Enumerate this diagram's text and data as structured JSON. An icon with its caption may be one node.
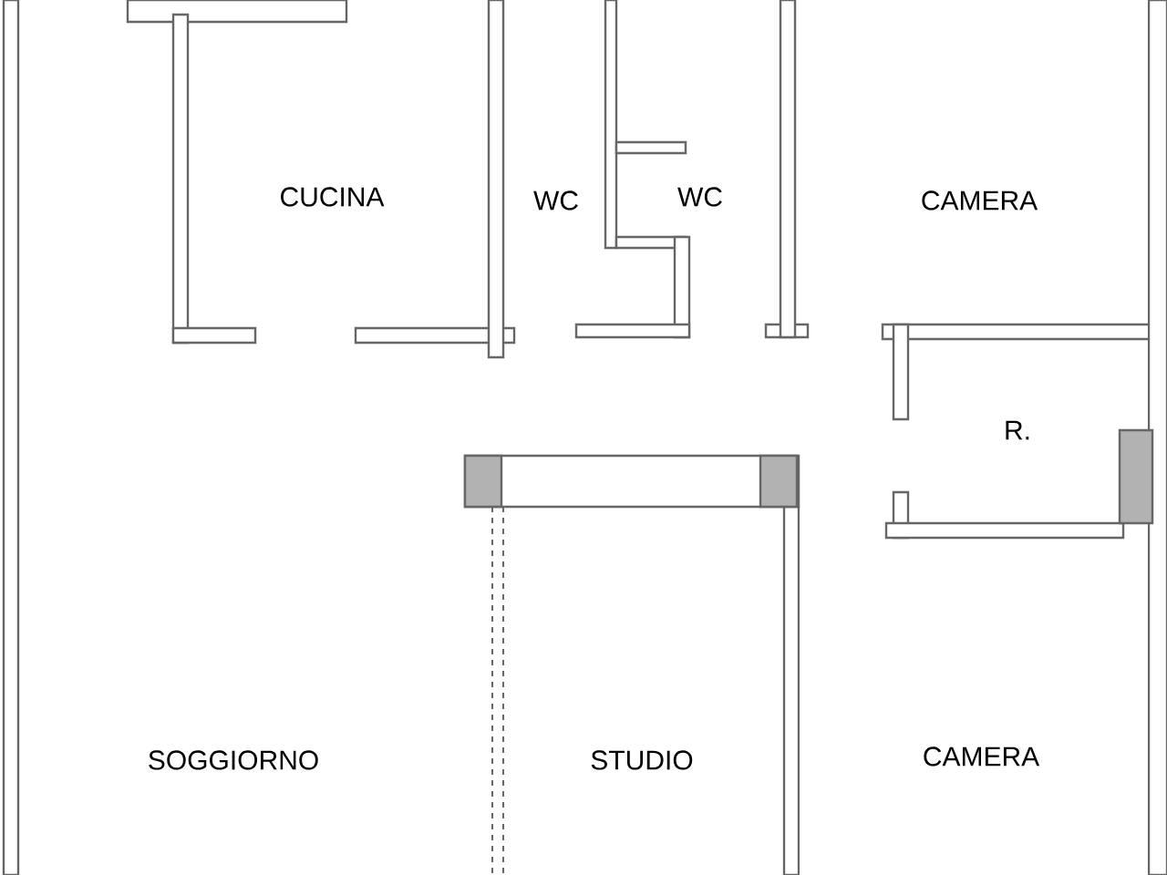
{
  "diagram": {
    "labels": [
      "CUCINA",
      "WC",
      "WC",
      "CAMERA",
      "R.",
      "SOGGIORNO",
      "STUDIO",
      "CAMERA"
    ]
  }
}
